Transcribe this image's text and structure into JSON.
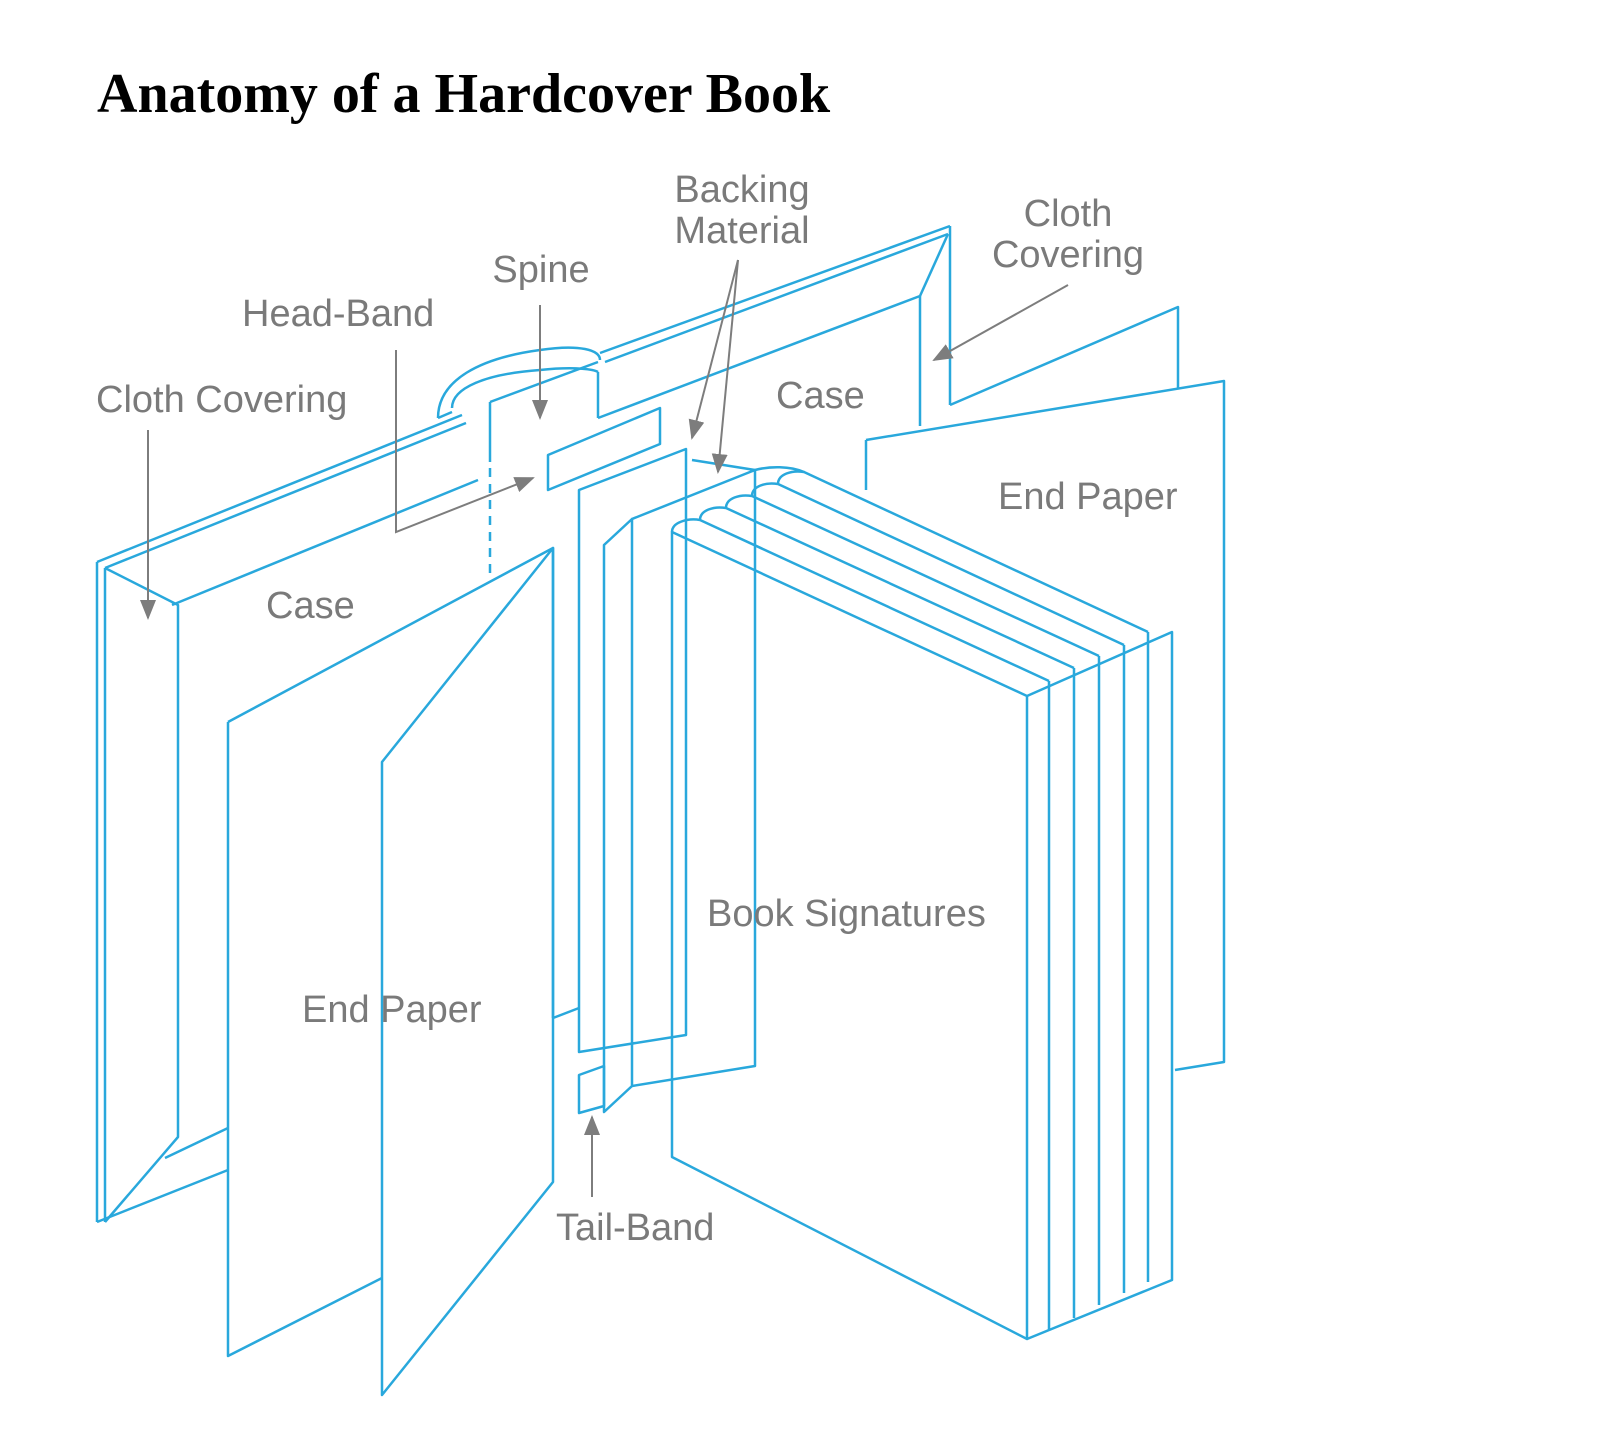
{
  "title": "Anatomy of a Hardcover Book",
  "colors": {
    "outline": "#29a8dc",
    "leader": "#7d7d7d",
    "label": "#7a7a7a",
    "title": "#000000"
  },
  "labels": {
    "backing_material": [
      "Backing",
      "Material"
    ],
    "cloth_covering_right": [
      "Cloth",
      "Covering"
    ],
    "spine": "Spine",
    "head_band": "Head-Band",
    "cloth_covering_left": "Cloth Covering",
    "case_right": "Case",
    "case_left": "Case",
    "end_paper_right": "End Paper",
    "end_paper_left": "End Paper",
    "book_signatures": "Book Signatures",
    "tail_band": "Tail-Band"
  }
}
